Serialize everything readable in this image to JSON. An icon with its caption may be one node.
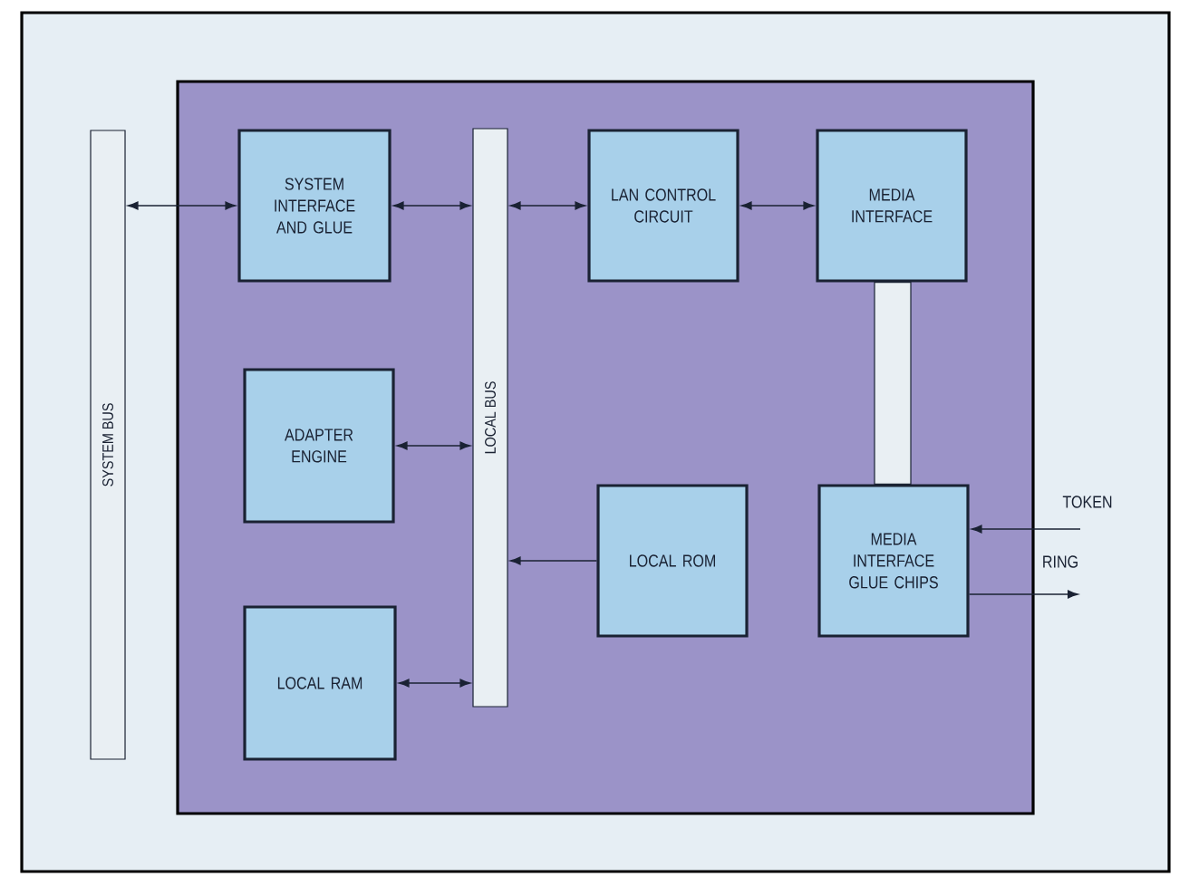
{
  "diagram": {
    "nodes": [
      {
        "text": [
          "SYSTEM BUS"
        ]
      },
      {
        "text": [
          "SYSTEM INTERFACE AND GLUE"
        ]
      },
      {
        "text": [
          "LOCAL BUS"
        ]
      },
      {
        "text": [
          "LAN CONTROL CIRCUIT"
        ]
      },
      {
        "text": [
          "MEDIA INTERFACE"
        ]
      },
      {
        "text": [
          "ADAPTER ENGINE"
        ]
      },
      {
        "text": [
          "LOCAL ROM"
        ]
      },
      {
        "text": [
          "MEDIA INTERFACE GLUE CHIPS"
        ]
      },
      {
        "text": [
          "LOCAL RAM"
        ]
      }
    ],
    "edges": [
      {
        "from": 0,
        "to": 1,
        "arrow": "both"
      },
      {
        "from": 1,
        "to": 2,
        "arrow": "both"
      },
      {
        "from": 2,
        "to": 3,
        "arrow": "both"
      },
      {
        "from": 3,
        "to": 4,
        "arrow": "both"
      },
      {
        "from": 5,
        "to": 2,
        "arrow": "both"
      },
      {
        "from": 6,
        "to": 2,
        "arrow": "to"
      },
      {
        "from": 4,
        "to": 7,
        "arrow": "none",
        "style": "thick"
      },
      {
        "from": null,
        "to": 7,
        "arrow": "to",
        "label": "TOKEN"
      },
      {
        "from": 7,
        "to": null,
        "arrow": "to",
        "label": "RING"
      },
      {
        "from": 8,
        "to": 2,
        "arrow": "both"
      }
    ]
  }
}
